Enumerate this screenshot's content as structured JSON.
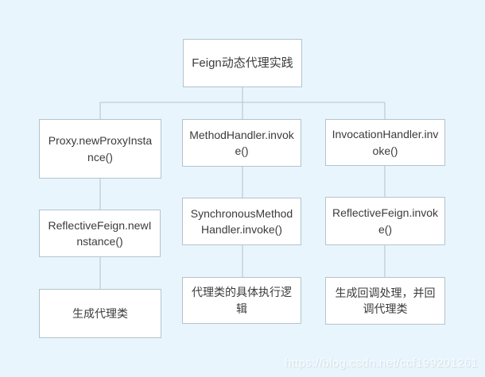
{
  "page": {
    "background_color": "#e9f5fc",
    "watermark": "https://blog.csdn.net/ccf199201261"
  },
  "diagram": {
    "colors": {
      "box_fill": "#ffffff",
      "box_border": "#b3c3cd",
      "connector": "#bfcdd8",
      "text": "#3b3b3b"
    },
    "root": {
      "label": "Feign动态代理实践"
    },
    "columns": [
      {
        "nodes": [
          "Proxy.newProxyInstance()",
          "ReflectiveFeign.newInstance()",
          "生成代理类"
        ]
      },
      {
        "nodes": [
          "MethodHandler.invoke()",
          "SynchronousMethodHandler.invoke()",
          "代理类的具体执行逻辑"
        ]
      },
      {
        "nodes": [
          "InvocationHandler.invoke()",
          "ReflectiveFeign.invoke()",
          "生成回调处理，并回调代理类"
        ]
      }
    ]
  }
}
